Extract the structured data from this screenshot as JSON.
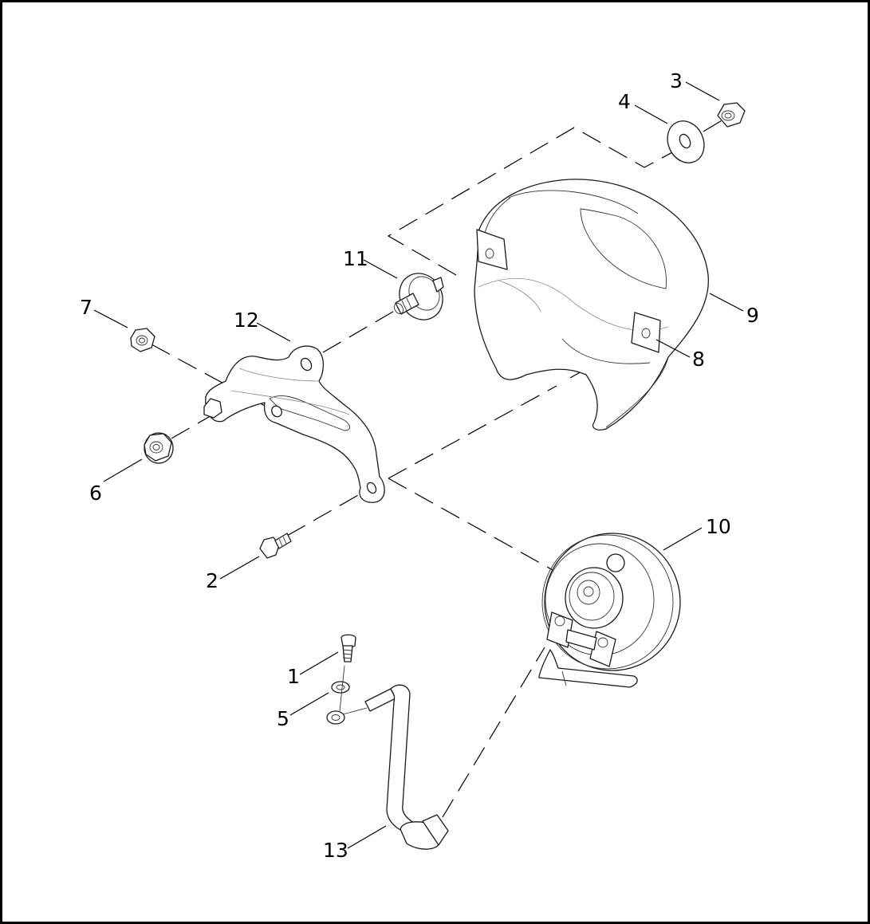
{
  "callouts": {
    "c1": "1",
    "c2": "2",
    "c3": "3",
    "c4": "4",
    "c5": "5",
    "c6": "6",
    "c7": "7",
    "c8": "8",
    "c9": "9",
    "c10": "10",
    "c11": "11",
    "c12": "12",
    "c13": "13"
  },
  "colors": {
    "line": "#1a1a1a",
    "background": "#ffffff",
    "border": "#000000"
  }
}
